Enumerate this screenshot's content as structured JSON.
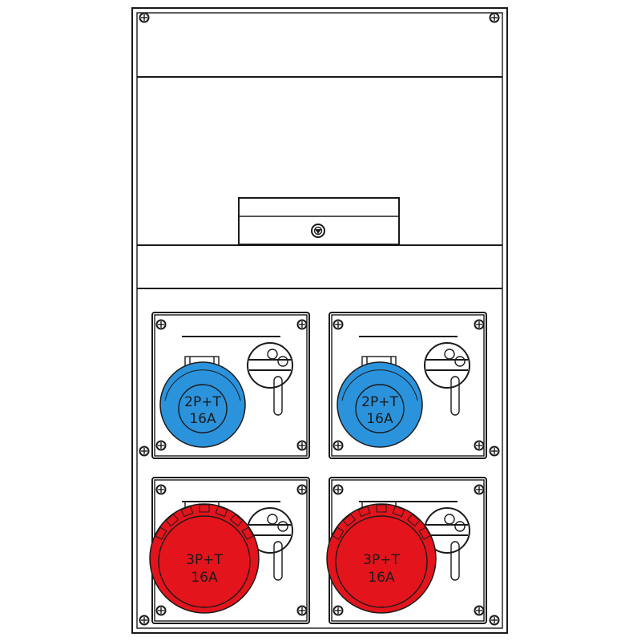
{
  "enclosure": {
    "sockets": [
      {
        "row": "top",
        "col": "left",
        "type": "blue",
        "poles": "2P+T",
        "current": "16A"
      },
      {
        "row": "top",
        "col": "right",
        "type": "blue",
        "poles": "2P+T",
        "current": "16A"
      },
      {
        "row": "bottom",
        "col": "left",
        "type": "red",
        "poles": "3P+T",
        "current": "16A"
      },
      {
        "row": "bottom",
        "col": "right",
        "type": "red",
        "poles": "3P+T",
        "current": "16A"
      }
    ]
  },
  "colors": {
    "blue_socket": "#2b93dc",
    "red_socket": "#e3141c",
    "outline": "#1a1a1a"
  }
}
